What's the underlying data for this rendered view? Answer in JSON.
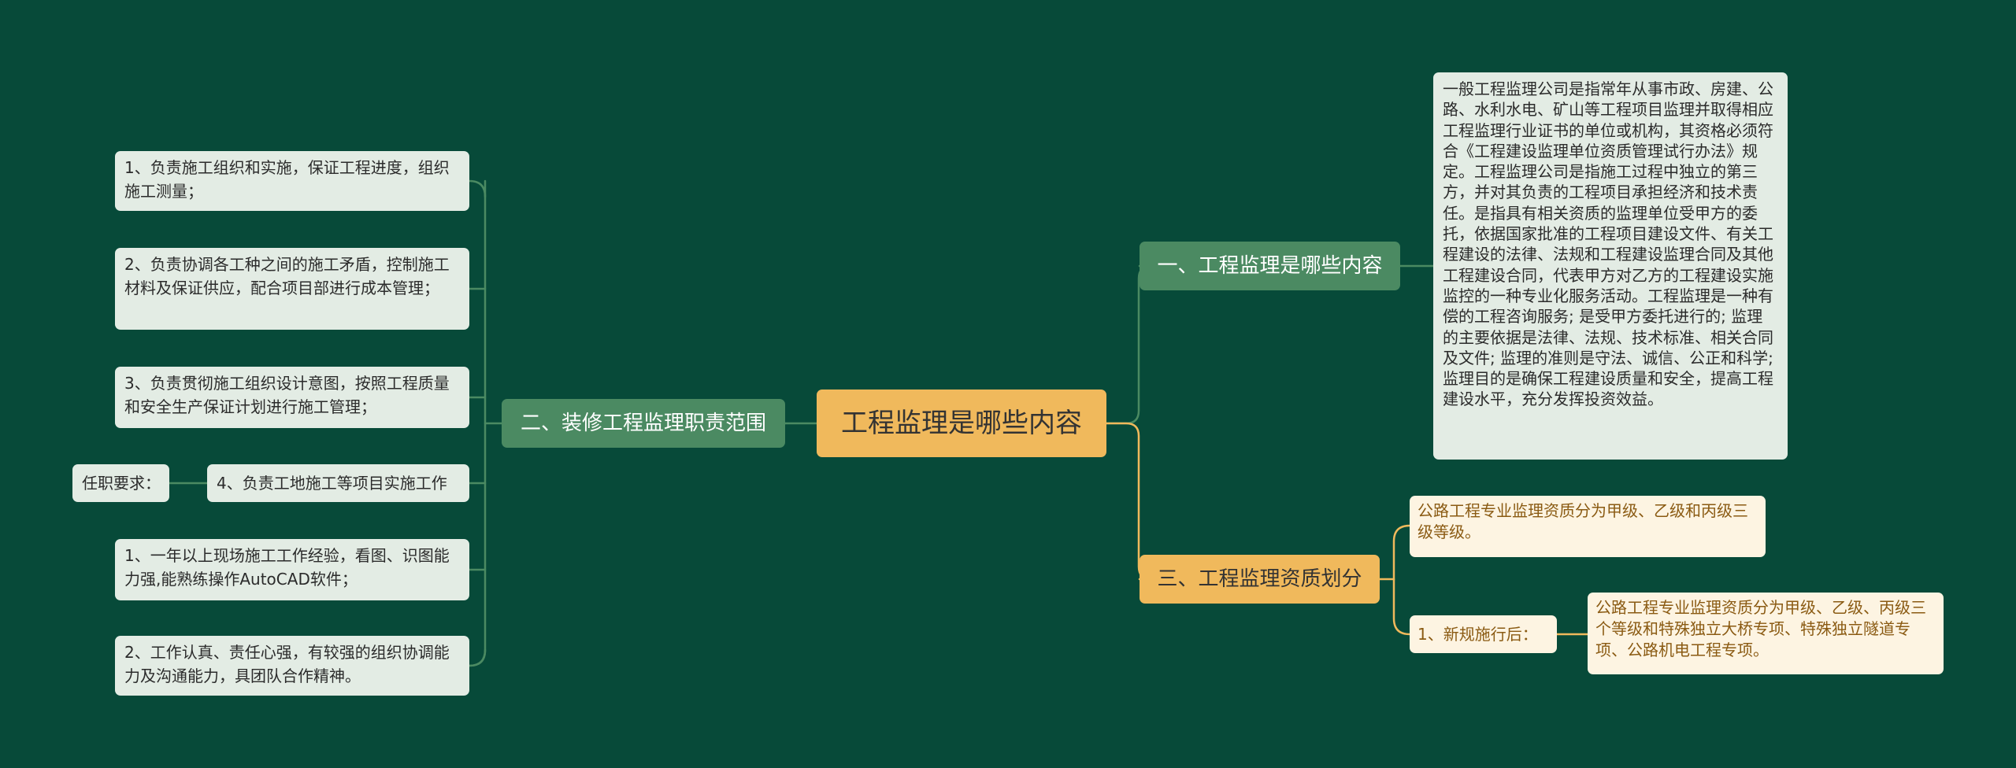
{
  "root": {
    "label": "工程监理是哪些内容"
  },
  "branch_left": {
    "label": "二、装修工程监理职责范围",
    "items": [
      "1、负责施工组织和实施，保证工程进度，组织施工测量；",
      "2、负责协调各工种之间的施工矛盾，控制施工材料及保证供应，配合项目部进行成本管理；",
      "3、负责贯彻施工组织设计意图，按照工程质量和安全生产保证计划进行施工管理；",
      "4、负责工地施工等项目实施工作",
      "1、一年以上现场施工工作经验，看图、识图能力强,能熟练操作AutoCAD软件；",
      "2、工作认真、责任心强，有较强的组织协调能力及沟通能力，具团队合作精神。"
    ],
    "side_label": "任职要求："
  },
  "branch_right_1": {
    "label": "一、工程监理是哪些内容",
    "description": "一般工程监理公司是指常年从事市政、房建、公路、水利水电、矿山等工程项目监理并取得相应工程监理行业证书的单位或机构，其资格必须符合《工程建设监理单位资质管理试行办法》规定。工程监理公司是指施工过程中独立的第三方，并对其负责的工程项目承担经济和技术责任。是指具有相关资质的监理单位受甲方的委托，依据国家批准的工程项目建设文件、有关工程建设的法律、法规和工程建设监理合同及其他工程建设合同，代表甲方对乙方的工程建设实施监控的一种专业化服务活动。工程监理是一种有偿的工程咨询服务; 是受甲方委托进行的; 监理的主要依据是法律、法规、技术标准、相关合同及文件; 监理的准则是守法、诚信、公正和科学; 监理目的是确保工程建设质量和安全，提高工程建设水平，充分发挥投资效益。"
  },
  "branch_right_3": {
    "label": "三、工程监理资质划分",
    "item_1": "公路工程专业监理资质分为甲级、乙级和丙级三级等级。",
    "item_2": {
      "label": "1、新规施行后：",
      "detail": "公路工程专业监理资质分为甲级、乙级、丙级三个等级和特殊独立大桥专项、特殊独立隧道专项、公路机电工程专项。"
    }
  },
  "colors": {
    "background": "#074a39",
    "green_branch": "#4b8a62",
    "orange_branch": "#f0b95c",
    "leaf": "#e3ece4",
    "orange_leaf": "#fdf4e2"
  }
}
